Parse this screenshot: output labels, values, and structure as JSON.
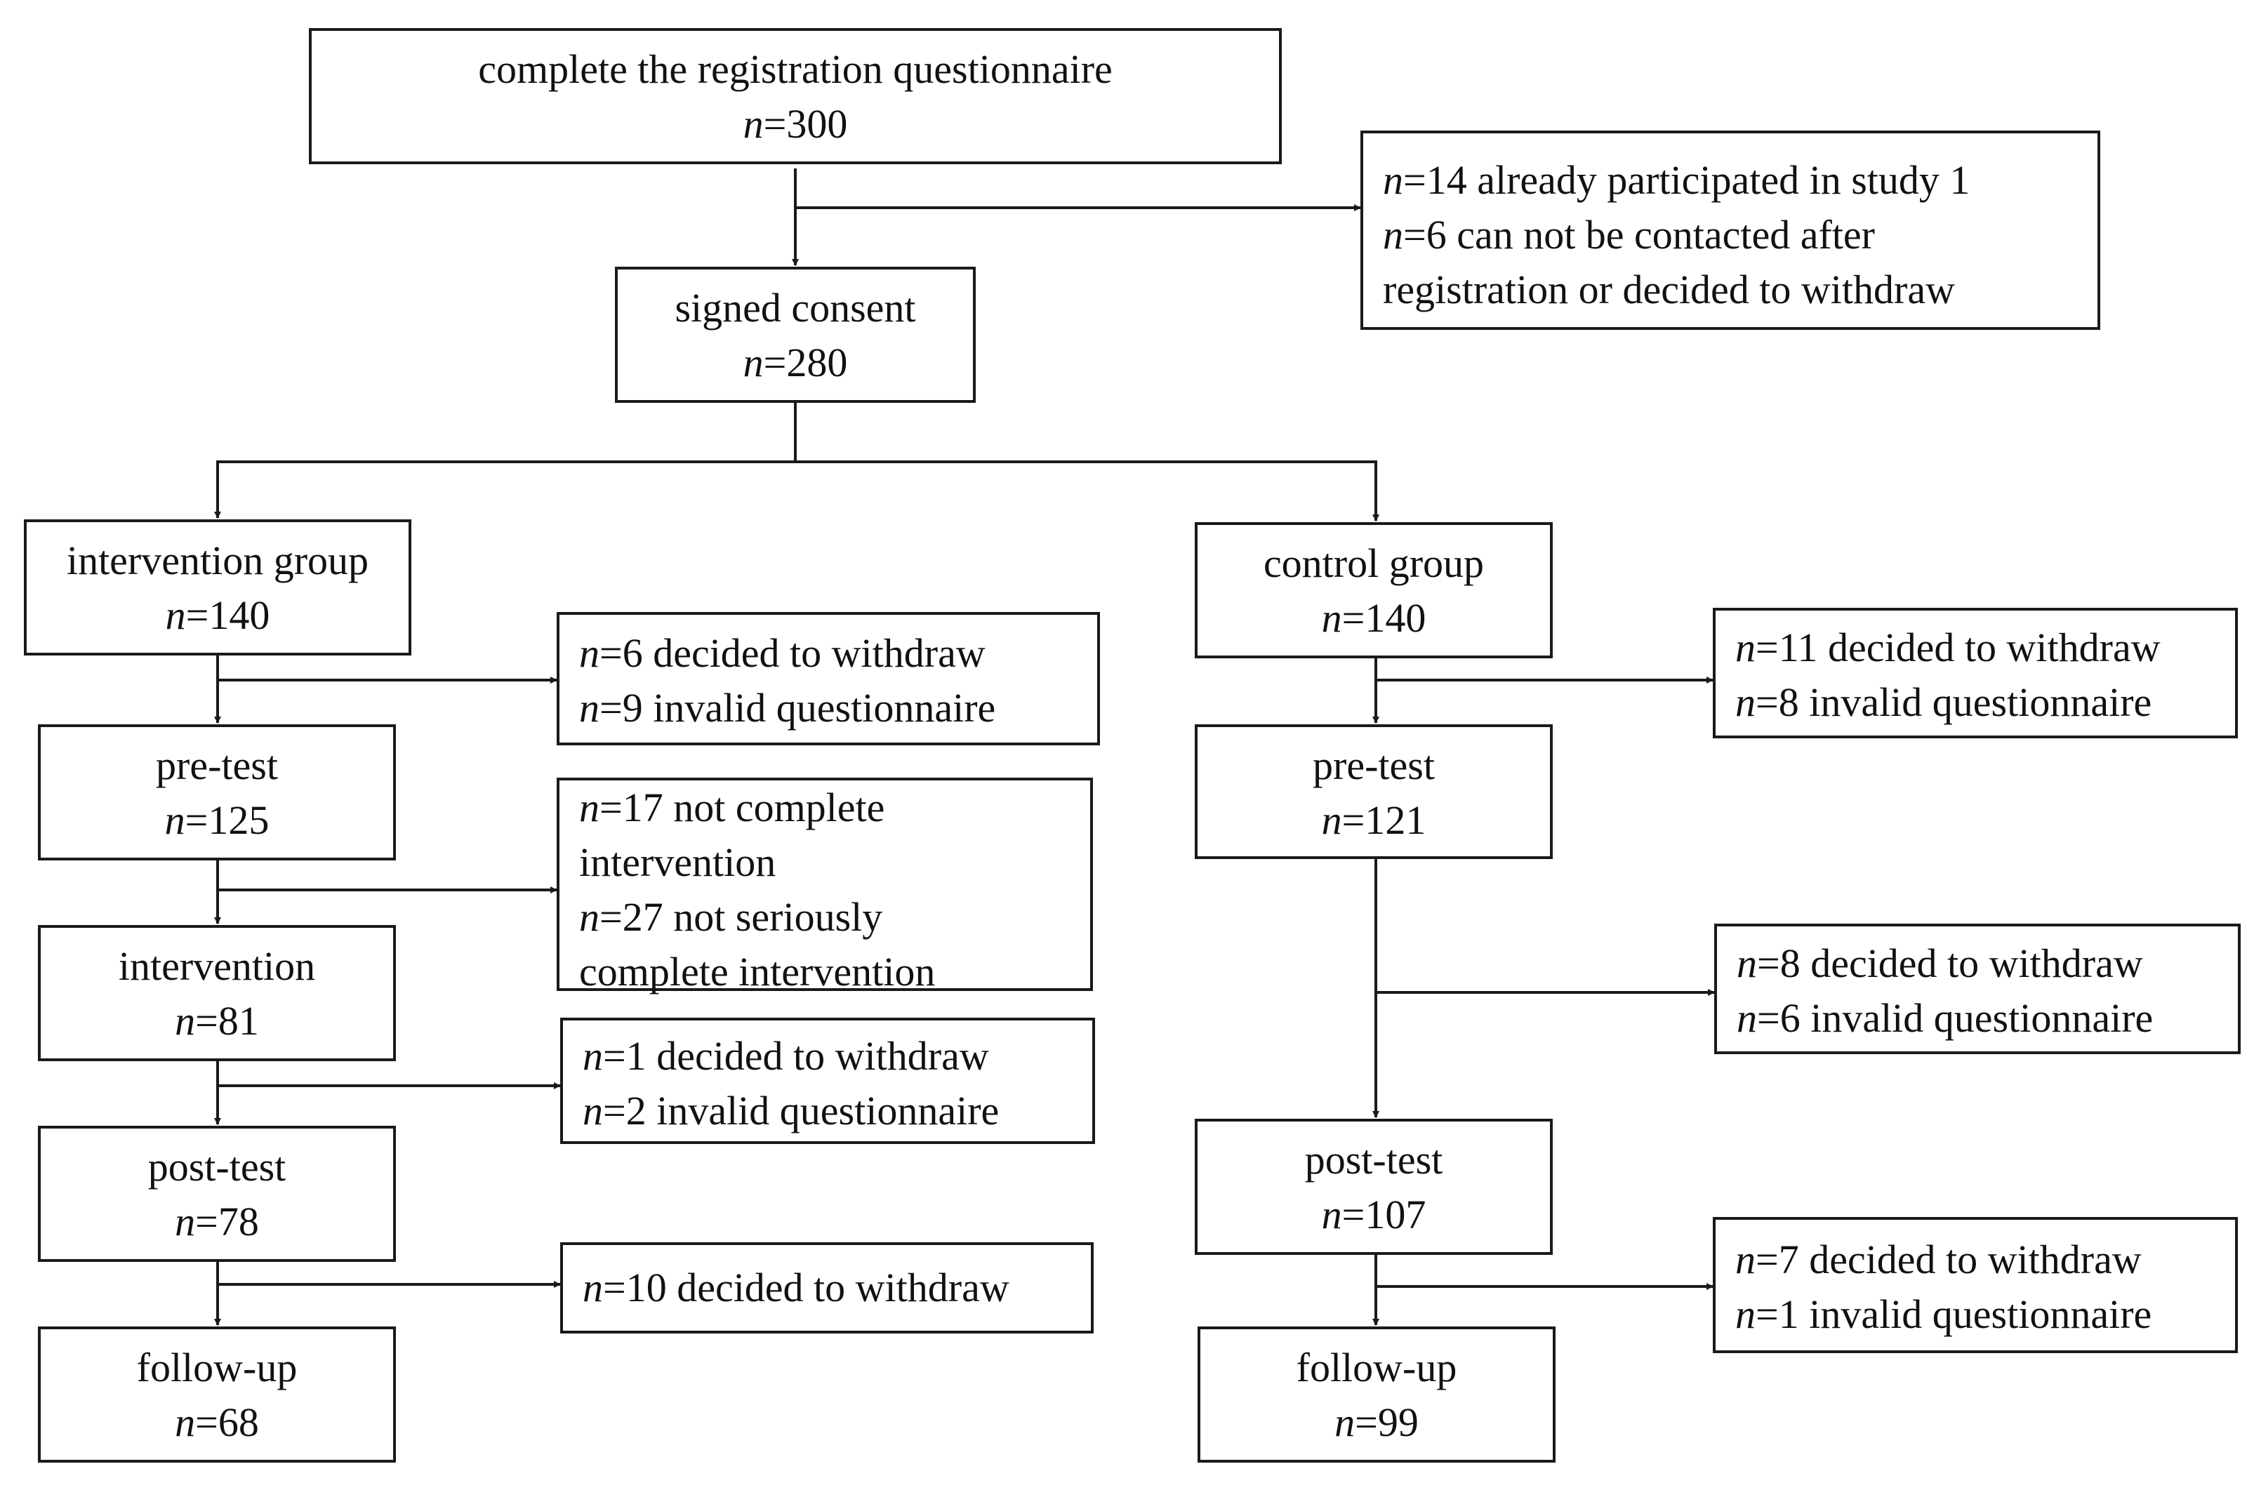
{
  "variable": "n",
  "boxes": {
    "registration": {
      "text": "complete the registration questionnaire",
      "count": "=300"
    },
    "excluded": {
      "lines": [
        {
          "n": true,
          "text": "=14 already participated in study 1"
        },
        {
          "n": true,
          "text": "=6 can not be contacted after"
        },
        {
          "n": false,
          "text": "registration or decided to withdraw"
        }
      ]
    },
    "consent": {
      "text": "signed consent",
      "count": "=280"
    },
    "intervention_group": {
      "text": "intervention group",
      "count": "=140"
    },
    "control_group": {
      "text": "control group",
      "count": "=140"
    },
    "int_pretest": {
      "text": "pre-test",
      "count": "=125"
    },
    "int_intervention": {
      "text": "intervention",
      "count": "=81"
    },
    "int_posttest": {
      "text": "post-test",
      "count": "=78"
    },
    "int_followup": {
      "text": "follow-up",
      "count": "=68"
    },
    "ctl_pretest": {
      "text": "pre-test",
      "count": "=121"
    },
    "ctl_posttest": {
      "text": "post-test",
      "count": "=107"
    },
    "ctl_followup": {
      "text": "follow-up",
      "count": "=99"
    },
    "int_loss1": {
      "lines": [
        {
          "n": true,
          "text": "=6 decided to withdraw"
        },
        {
          "n": true,
          "text": "=9 invalid questionnaire"
        }
      ]
    },
    "int_loss2": {
      "lines": [
        {
          "n": true,
          "text": "=17 not complete"
        },
        {
          "n": false,
          "text": "intervention"
        },
        {
          "n": true,
          "text": "=27 not seriously"
        },
        {
          "n": false,
          "text": "complete intervention"
        }
      ]
    },
    "int_loss3": {
      "lines": [
        {
          "n": true,
          "text": "=1 decided to withdraw"
        },
        {
          "n": true,
          "text": "=2 invalid questionnaire"
        }
      ]
    },
    "int_loss4": {
      "lines": [
        {
          "n": true,
          "text": "=10 decided to withdraw"
        }
      ]
    },
    "ctl_loss1": {
      "lines": [
        {
          "n": true,
          "text": "=11 decided to withdraw"
        },
        {
          "n": true,
          "text": "=8 invalid questionnaire"
        }
      ]
    },
    "ctl_loss2": {
      "lines": [
        {
          "n": true,
          "text": "=8 decided to withdraw"
        },
        {
          "n": true,
          "text": "=6 invalid questionnaire"
        }
      ]
    },
    "ctl_loss3": {
      "lines": [
        {
          "n": true,
          "text": "=7 decided to withdraw"
        },
        {
          "n": true,
          "text": "=1 invalid questionnaire"
        }
      ]
    }
  }
}
